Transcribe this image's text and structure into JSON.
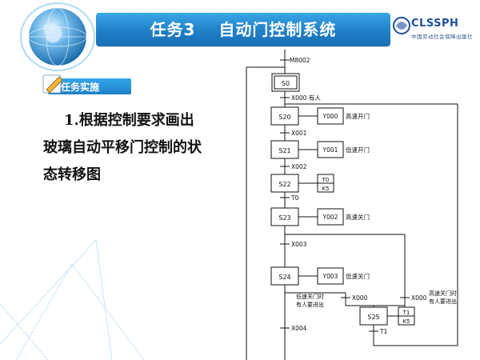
{
  "header": {
    "title": "任务3　 自动门控制系统",
    "logo_text": "CLSSPH",
    "logo_subtitle": "中国劳动社会保障出版社"
  },
  "section_tag": {
    "label": "任务实施"
  },
  "content": {
    "line1": "1.根据控制要求画出",
    "line2": "玻璃自动平移门控制的状",
    "line3": "态转移图"
  },
  "diagram": {
    "initial_transition": "M8002",
    "steps": {
      "s0": "S0",
      "s20": "S20",
      "s21": "S21",
      "s22": "S22",
      "s23": "S23",
      "s24": "S24",
      "s25": "S25"
    },
    "actions": {
      "s20_out": "Y000",
      "s20_desc": "高速开门",
      "s21_out": "Y001",
      "s21_desc": "低速开门",
      "s22_out1": "T0",
      "s22_out2": "K5",
      "s23_out": "Y002",
      "s23_desc": "高速关门",
      "s24_out": "Y003",
      "s24_desc": "低速关门",
      "s25_out1": "T1",
      "s25_out2": "K5"
    },
    "transitions": {
      "x000_person": "X000 有人",
      "x001": "X001",
      "x002": "X002",
      "t0": "T0",
      "x003": "X003",
      "x000_left": "X000",
      "x000_right": "X000",
      "x004": "X004",
      "t1": "T1"
    },
    "notes": {
      "left_line1": "低速关门时",
      "left_line2": "有人要进出",
      "right_line1": "高速关门时",
      "right_line2": "有人要进出"
    }
  }
}
